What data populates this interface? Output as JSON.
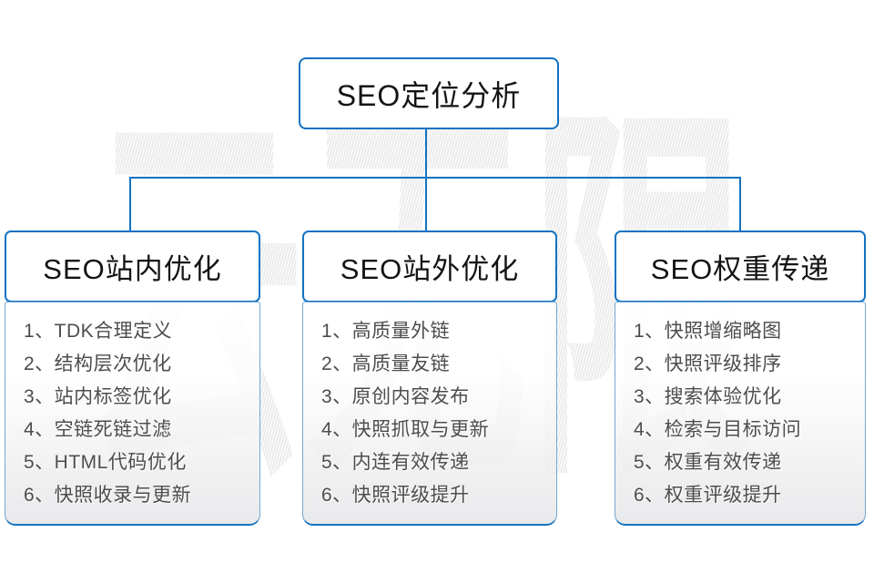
{
  "root": {
    "title": "SEO定位分析"
  },
  "branches": [
    {
      "title": "SEO站内优化",
      "items": [
        "1、TDK合理定义",
        "2、结构层次优化",
        "3、站内标签优化",
        "4、空链死链过滤",
        "5、HTML代码优化",
        "6、快照收录与更新"
      ]
    },
    {
      "title": "SEO站外优化",
      "items": [
        "1、高质量外链",
        "2、高质量友链",
        "3、原创内容发布",
        "4、快照抓取与更新",
        "5、内连有效传递",
        "6、快照评级提升"
      ]
    },
    {
      "title": "SEO权重传递",
      "items": [
        "1、快照增缩略图",
        "2、快照评级排序",
        "3、搜索体验优化",
        "4、检索与目标访问",
        "5、权重有效传递",
        "6、权重评级提升"
      ]
    }
  ],
  "watermark": {
    "text": "云无限"
  },
  "colors": {
    "connector_blue": "#1173c2",
    "panel_border_light": "#74a8d6",
    "panel_gradient_bottom": "#e3e4e6",
    "list_text": "#4d4d4d",
    "node_text": "#141414",
    "watermark_gray": "#ededed"
  }
}
